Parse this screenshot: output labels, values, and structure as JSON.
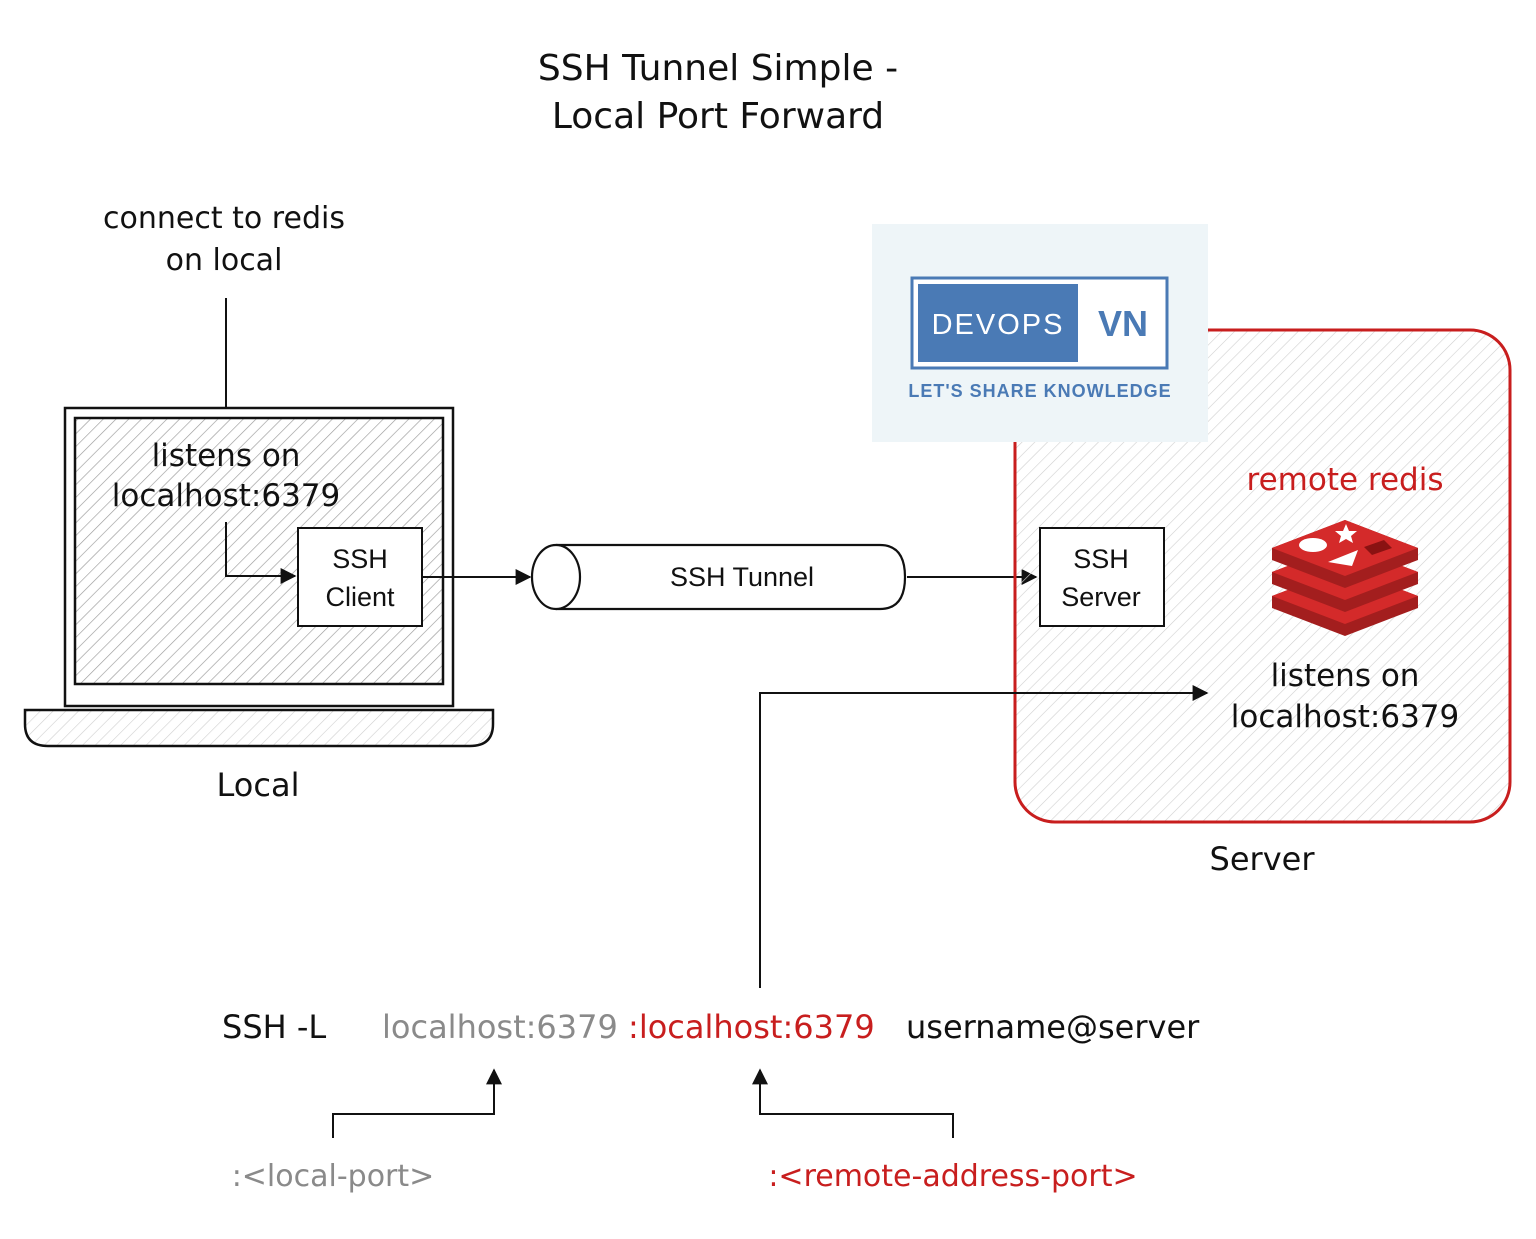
{
  "title": {
    "line1": "SSH Tunnel Simple -",
    "line2": "Local Port Forward"
  },
  "annotation": {
    "line1": "connect to redis",
    "line2": "on local"
  },
  "local": {
    "label": "Local",
    "listens_line1": "listens on",
    "listens_line2": "localhost:6379",
    "ssh_client_line1": "SSH",
    "ssh_client_line2": "Client"
  },
  "tunnel": {
    "label": "SSH Tunnel"
  },
  "server": {
    "label": "Server",
    "ssh_server_line1": "SSH",
    "ssh_server_line2": "Server",
    "remote_redis": "remote redis",
    "listens_line1": "listens on",
    "listens_line2": "localhost:6379"
  },
  "logo": {
    "left": "DEVOPS",
    "right": "VN",
    "tagline": "LET'S SHARE KNOWLEDGE"
  },
  "command": {
    "prefix": "SSH -L",
    "local_part": "localhost:6379",
    "remote_part": ":localhost:6379",
    "target": "username@server"
  },
  "legend": {
    "local_port": ":<local-port>",
    "remote_port": ":<remote-address-port>"
  },
  "colors": {
    "accent_red": "#c81e1e",
    "muted_gray": "#8a8a8a",
    "logo_blue": "#4a7ab5",
    "logo_bg": "#eef5f8",
    "redis_red": "#d42a2a"
  }
}
